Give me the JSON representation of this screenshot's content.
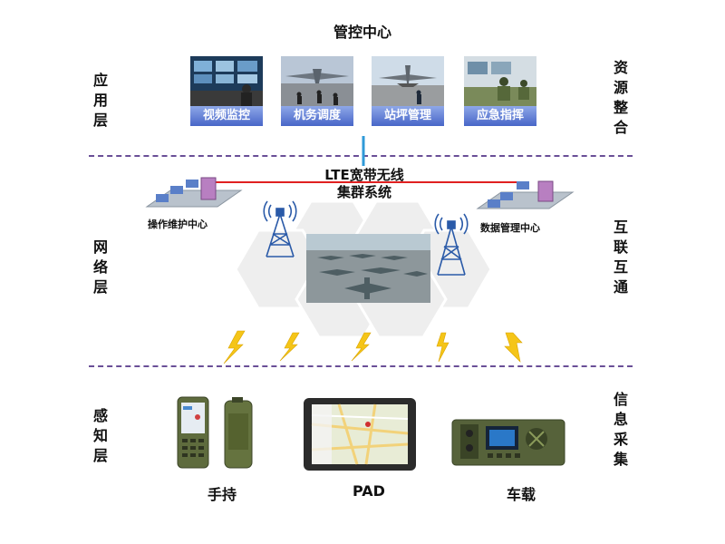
{
  "top_title": "管控中心",
  "layers": {
    "application": "应用层",
    "network": "网络层",
    "perception": "感知层"
  },
  "side_labels": {
    "resource": "资源整合",
    "interconnect": "互联互通",
    "collect": "信息采集"
  },
  "apps": [
    {
      "label": "视频监控",
      "icon": "video-surveillance-photo"
    },
    {
      "label": "机务调度",
      "icon": "maintenance-dispatch-photo"
    },
    {
      "label": "站坪管理",
      "icon": "apron-management-photo"
    },
    {
      "label": "应急指挥",
      "icon": "emergency-command-photo"
    }
  ],
  "network": {
    "lte_line1": "LTE宽带无线",
    "lte_line2": "集群系统",
    "ops_center": "操作维护中心",
    "data_center": "数据管理中心"
  },
  "devices": [
    {
      "label": "手持",
      "icon": "handheld-terminal-icon"
    },
    {
      "label": "PAD",
      "icon": "tablet-icon"
    },
    {
      "label": "车载",
      "icon": "vehicle-radio-icon"
    }
  ],
  "colors": {
    "dash": "#6a4f97",
    "tile_label": "#4866c8",
    "lightning": "#f5c518",
    "link_line": "#e02020",
    "uplink": "#2f9ad8",
    "hex_fill": "#eeeeee"
  }
}
